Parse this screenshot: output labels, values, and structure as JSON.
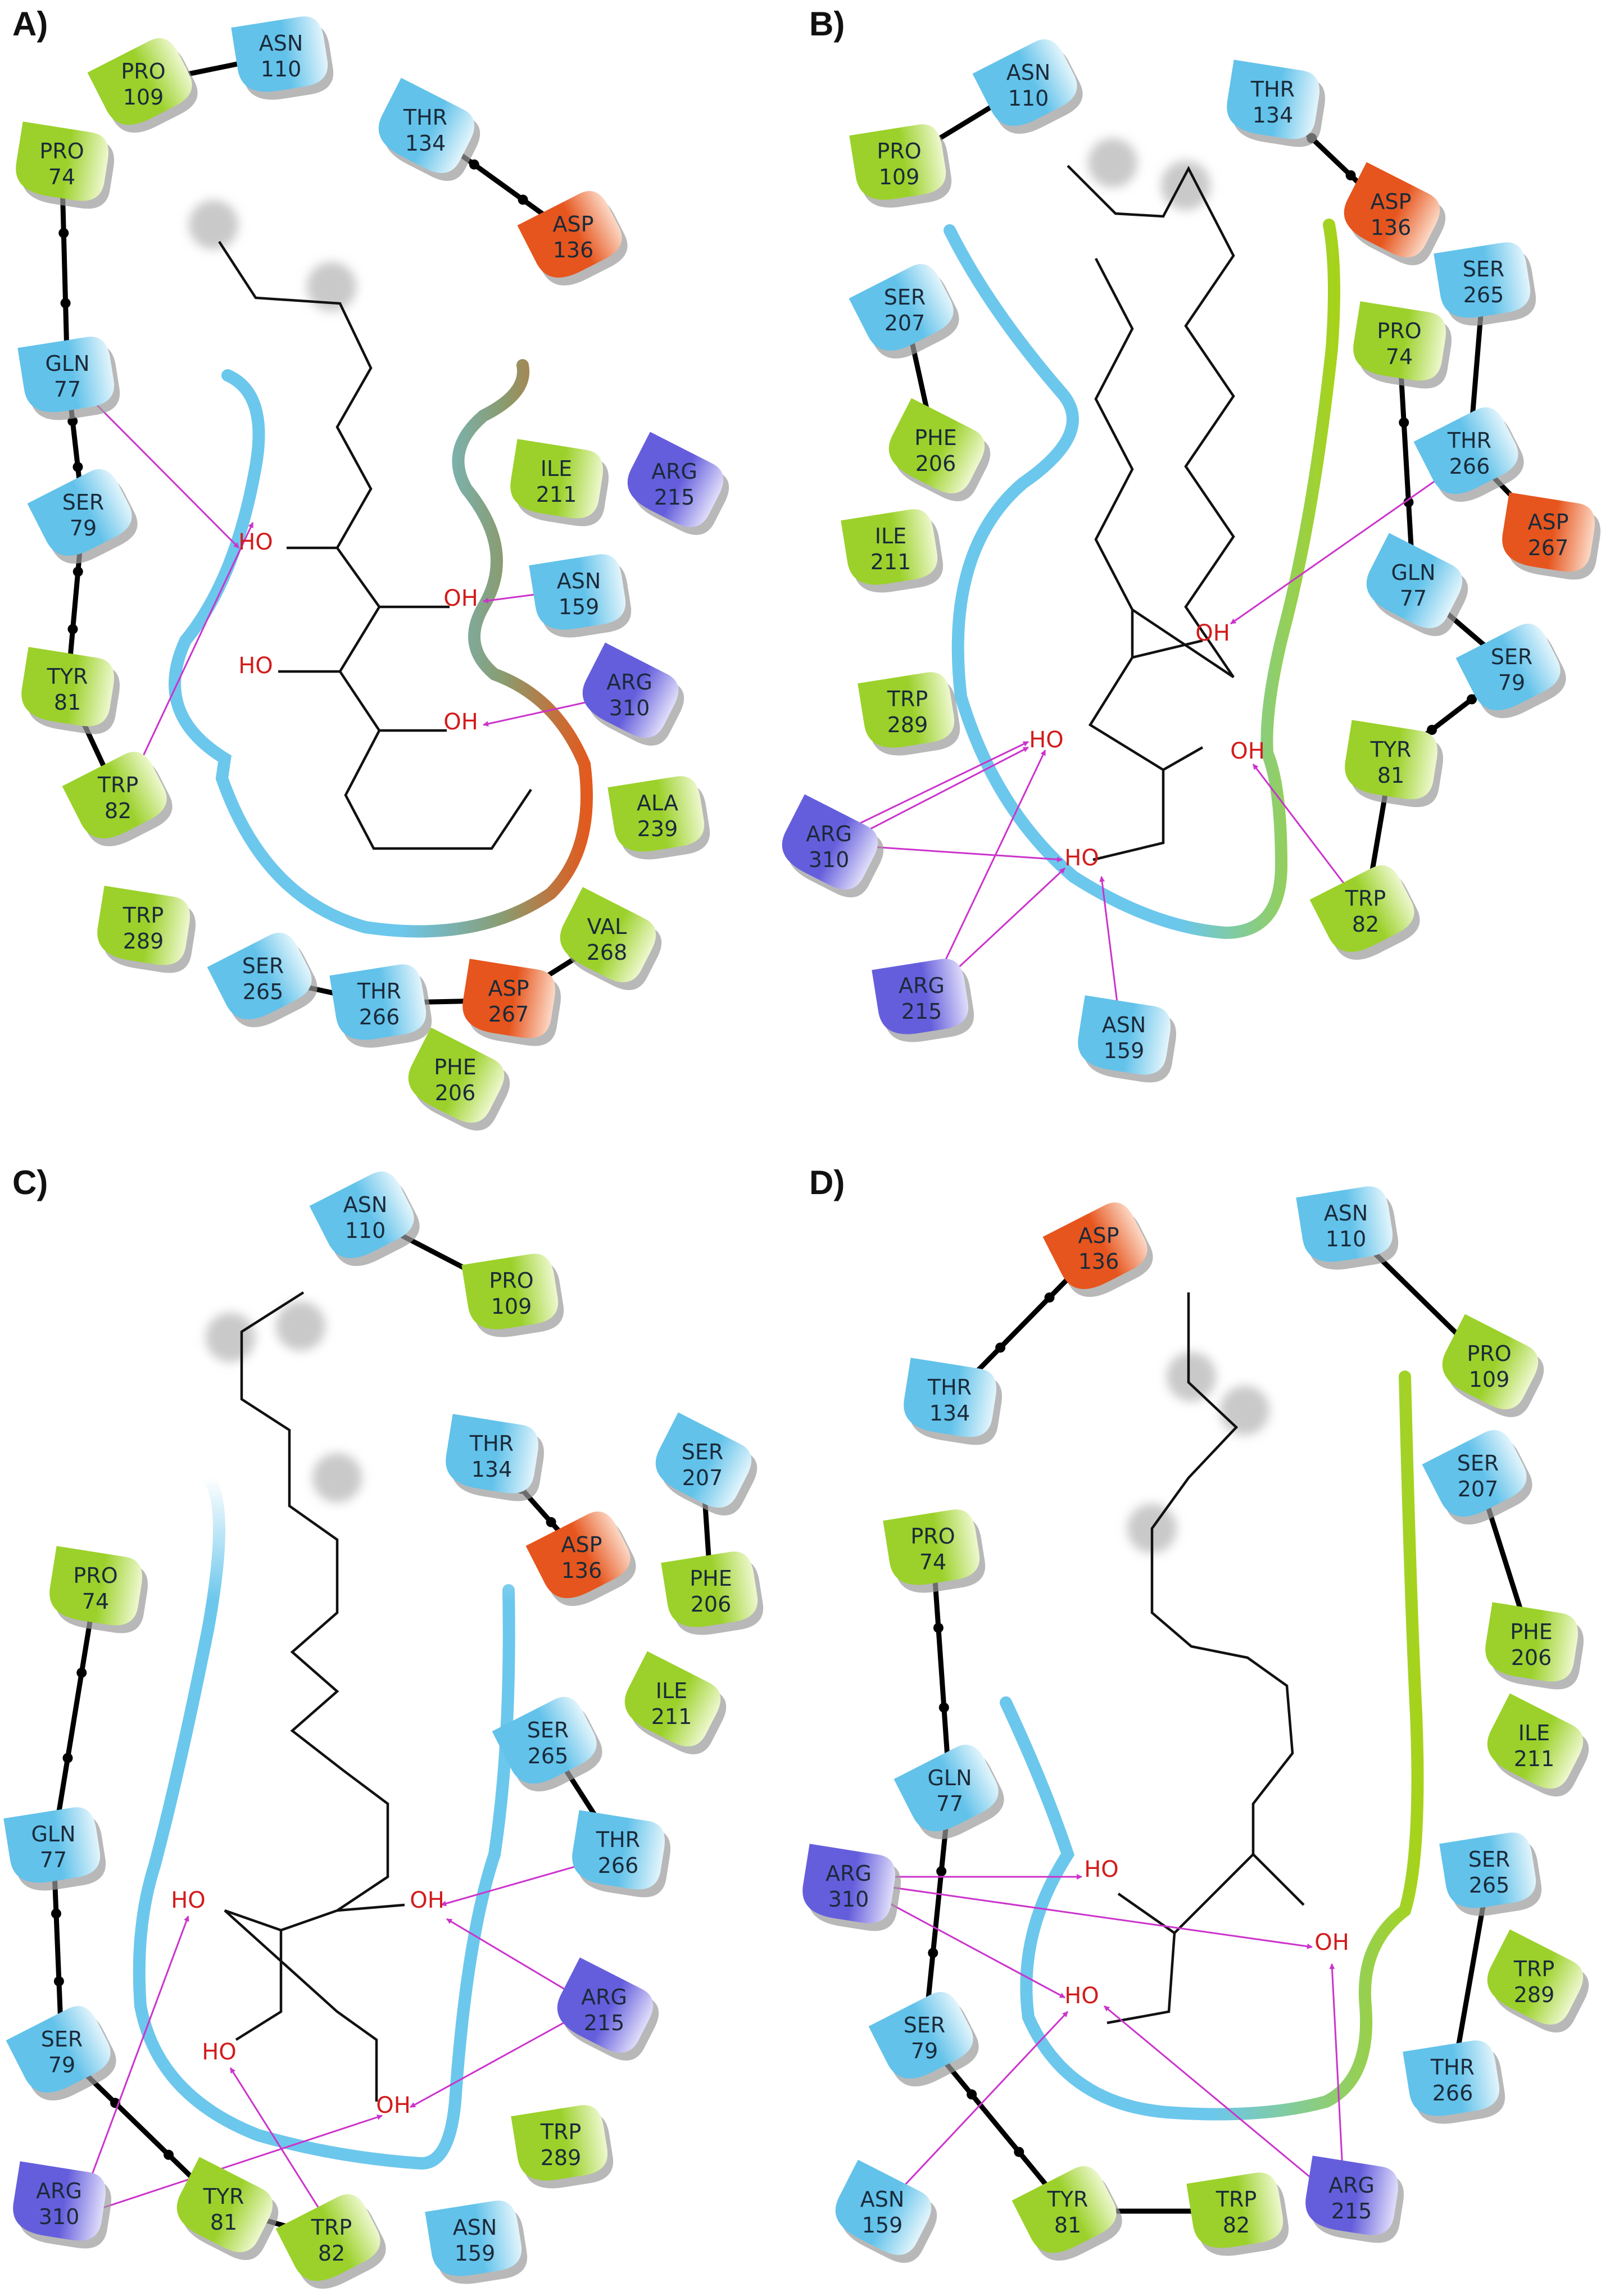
{
  "colors": {
    "green_residue": "#9bd12a",
    "green_residue_light": "#e6f4b8",
    "cyan_residue": "#6cc7ec",
    "cyan_residue_light": "#dff3fb",
    "orange_residue": "#e9622a",
    "orange_residue_light": "#fbd7c4",
    "purple_residue": "#6a63e0",
    "purple_residue_light": "#dcdaf7",
    "hbond_arrow": "#cc33cc",
    "hydroxyl_text": "#d21c1c",
    "pocket_blue": "#6cc7ec",
    "pocket_green": "#a6d31a",
    "pocket_orange": "#e25a1e",
    "skeleton": "#111111"
  },
  "panels": [
    {
      "id": "A",
      "label": "A)",
      "residues": [
        {
          "id": "a-pro109",
          "name": "PRO",
          "num": "109",
          "kind": "green"
        },
        {
          "id": "a-asn110",
          "name": "ASN",
          "num": "110",
          "kind": "cyan"
        },
        {
          "id": "a-pro74",
          "name": "PRO",
          "num": "74",
          "kind": "green"
        },
        {
          "id": "a-thr134",
          "name": "THR",
          "num": "134",
          "kind": "cyan"
        },
        {
          "id": "a-asp136",
          "name": "ASP",
          "num": "136",
          "kind": "orange"
        },
        {
          "id": "a-gln77",
          "name": "GLN",
          "num": "77",
          "kind": "cyan"
        },
        {
          "id": "a-ile211",
          "name": "ILE",
          "num": "211",
          "kind": "green"
        },
        {
          "id": "a-arg215",
          "name": "ARG",
          "num": "215",
          "kind": "purple"
        },
        {
          "id": "a-ser79",
          "name": "SER",
          "num": "79",
          "kind": "cyan"
        },
        {
          "id": "a-asn159",
          "name": "ASN",
          "num": "159",
          "kind": "cyan"
        },
        {
          "id": "a-tyr81",
          "name": "TYR",
          "num": "81",
          "kind": "green"
        },
        {
          "id": "a-arg310",
          "name": "ARG",
          "num": "310",
          "kind": "purple"
        },
        {
          "id": "a-trp82",
          "name": "TRP",
          "num": "82",
          "kind": "green"
        },
        {
          "id": "a-ala239",
          "name": "ALA",
          "num": "239",
          "kind": "green"
        },
        {
          "id": "a-trp289",
          "name": "TRP",
          "num": "289",
          "kind": "green"
        },
        {
          "id": "a-val268",
          "name": "VAL",
          "num": "268",
          "kind": "green"
        },
        {
          "id": "a-ser265",
          "name": "SER",
          "num": "265",
          "kind": "cyan"
        },
        {
          "id": "a-thr266",
          "name": "THR",
          "num": "266",
          "kind": "cyan"
        },
        {
          "id": "a-asp267",
          "name": "ASP",
          "num": "267",
          "kind": "orange"
        },
        {
          "id": "a-phe206",
          "name": "PHE",
          "num": "206",
          "kind": "green"
        }
      ],
      "hydroxyls": [
        {
          "id": "a-oh1",
          "text": "HO"
        },
        {
          "id": "a-oh2",
          "text": "OH"
        },
        {
          "id": "a-oh3",
          "text": "HO"
        },
        {
          "id": "a-oh4",
          "text": "OH"
        }
      ]
    },
    {
      "id": "B",
      "label": "B)",
      "residues": [
        {
          "id": "b-asn110",
          "name": "ASN",
          "num": "110",
          "kind": "cyan"
        },
        {
          "id": "b-pro109",
          "name": "PRO",
          "num": "109",
          "kind": "green"
        },
        {
          "id": "b-thr134",
          "name": "THR",
          "num": "134",
          "kind": "cyan"
        },
        {
          "id": "b-asp136",
          "name": "ASP",
          "num": "136",
          "kind": "orange"
        },
        {
          "id": "b-ser207",
          "name": "SER",
          "num": "207",
          "kind": "cyan"
        },
        {
          "id": "b-ser265",
          "name": "SER",
          "num": "265",
          "kind": "cyan"
        },
        {
          "id": "b-pro74",
          "name": "PRO",
          "num": "74",
          "kind": "green"
        },
        {
          "id": "b-phe206",
          "name": "PHE",
          "num": "206",
          "kind": "green"
        },
        {
          "id": "b-thr266",
          "name": "THR",
          "num": "266",
          "kind": "cyan"
        },
        {
          "id": "b-ile211",
          "name": "ILE",
          "num": "211",
          "kind": "green"
        },
        {
          "id": "b-asp267",
          "name": "ASP",
          "num": "267",
          "kind": "orange"
        },
        {
          "id": "b-gln77",
          "name": "GLN",
          "num": "77",
          "kind": "cyan"
        },
        {
          "id": "b-ser79",
          "name": "SER",
          "num": "79",
          "kind": "cyan"
        },
        {
          "id": "b-trp289",
          "name": "TRP",
          "num": "289",
          "kind": "green"
        },
        {
          "id": "b-tyr81",
          "name": "TYR",
          "num": "81",
          "kind": "green"
        },
        {
          "id": "b-arg310",
          "name": "ARG",
          "num": "310",
          "kind": "purple"
        },
        {
          "id": "b-trp82",
          "name": "TRP",
          "num": "82",
          "kind": "green"
        },
        {
          "id": "b-arg215",
          "name": "ARG",
          "num": "215",
          "kind": "purple"
        },
        {
          "id": "b-asn159",
          "name": "ASN",
          "num": "159",
          "kind": "cyan"
        }
      ],
      "hydroxyls": [
        {
          "id": "b-oh1",
          "text": "OH"
        },
        {
          "id": "b-oh2",
          "text": "HO"
        },
        {
          "id": "b-oh3",
          "text": "OH"
        },
        {
          "id": "b-oh4",
          "text": "HO"
        }
      ]
    },
    {
      "id": "C",
      "label": "C)",
      "residues": [
        {
          "id": "c-asn110",
          "name": "ASN",
          "num": "110",
          "kind": "cyan"
        },
        {
          "id": "c-pro109",
          "name": "PRO",
          "num": "109",
          "kind": "green"
        },
        {
          "id": "c-thr134",
          "name": "THR",
          "num": "134",
          "kind": "cyan"
        },
        {
          "id": "c-ser207",
          "name": "SER",
          "num": "207",
          "kind": "cyan"
        },
        {
          "id": "c-asp136",
          "name": "ASP",
          "num": "136",
          "kind": "orange"
        },
        {
          "id": "c-phe206",
          "name": "PHE",
          "num": "206",
          "kind": "green"
        },
        {
          "id": "c-pro74",
          "name": "PRO",
          "num": "74",
          "kind": "green"
        },
        {
          "id": "c-ile211",
          "name": "ILE",
          "num": "211",
          "kind": "green"
        },
        {
          "id": "c-ser265",
          "name": "SER",
          "num": "265",
          "kind": "cyan"
        },
        {
          "id": "c-gln77",
          "name": "GLN",
          "num": "77",
          "kind": "cyan"
        },
        {
          "id": "c-thr266",
          "name": "THR",
          "num": "266",
          "kind": "cyan"
        },
        {
          "id": "c-arg215",
          "name": "ARG",
          "num": "215",
          "kind": "purple"
        },
        {
          "id": "c-ser79",
          "name": "SER",
          "num": "79",
          "kind": "cyan"
        },
        {
          "id": "c-trp289",
          "name": "TRP",
          "num": "289",
          "kind": "green"
        },
        {
          "id": "c-arg310",
          "name": "ARG",
          "num": "310",
          "kind": "purple"
        },
        {
          "id": "c-tyr81",
          "name": "TYR",
          "num": "81",
          "kind": "green"
        },
        {
          "id": "c-trp82",
          "name": "TRP",
          "num": "82",
          "kind": "green"
        },
        {
          "id": "c-asn159",
          "name": "ASN",
          "num": "159",
          "kind": "cyan"
        }
      ],
      "hydroxyls": [
        {
          "id": "c-oh1",
          "text": "HO"
        },
        {
          "id": "c-oh2",
          "text": "OH"
        },
        {
          "id": "c-oh3",
          "text": "HO"
        },
        {
          "id": "c-oh4",
          "text": "OH"
        }
      ]
    },
    {
      "id": "D",
      "label": "D)",
      "residues": [
        {
          "id": "d-asp136",
          "name": "ASP",
          "num": "136",
          "kind": "orange"
        },
        {
          "id": "d-asn110",
          "name": "ASN",
          "num": "110",
          "kind": "cyan"
        },
        {
          "id": "d-thr134",
          "name": "THR",
          "num": "134",
          "kind": "cyan"
        },
        {
          "id": "d-pro109",
          "name": "PRO",
          "num": "109",
          "kind": "green"
        },
        {
          "id": "d-ser207",
          "name": "SER",
          "num": "207",
          "kind": "cyan"
        },
        {
          "id": "d-pro74",
          "name": "PRO",
          "num": "74",
          "kind": "green"
        },
        {
          "id": "d-phe206",
          "name": "PHE",
          "num": "206",
          "kind": "green"
        },
        {
          "id": "d-ile211",
          "name": "ILE",
          "num": "211",
          "kind": "green"
        },
        {
          "id": "d-gln77",
          "name": "GLN",
          "num": "77",
          "kind": "cyan"
        },
        {
          "id": "d-ser265",
          "name": "SER",
          "num": "265",
          "kind": "cyan"
        },
        {
          "id": "d-arg310",
          "name": "ARG",
          "num": "310",
          "kind": "purple"
        },
        {
          "id": "d-trp289",
          "name": "TRP",
          "num": "289",
          "kind": "green"
        },
        {
          "id": "d-ser79",
          "name": "SER",
          "num": "79",
          "kind": "cyan"
        },
        {
          "id": "d-thr266",
          "name": "THR",
          "num": "266",
          "kind": "cyan"
        },
        {
          "id": "d-arg215",
          "name": "ARG",
          "num": "215",
          "kind": "purple"
        },
        {
          "id": "d-asn159",
          "name": "ASN",
          "num": "159",
          "kind": "cyan"
        },
        {
          "id": "d-tyr81",
          "name": "TYR",
          "num": "81",
          "kind": "green"
        },
        {
          "id": "d-trp82",
          "name": "TRP",
          "num": "82",
          "kind": "green"
        }
      ],
      "hydroxyls": [
        {
          "id": "d-oh1",
          "text": "HO"
        },
        {
          "id": "d-oh2",
          "text": "OH"
        },
        {
          "id": "d-oh3",
          "text": "HO"
        }
      ]
    }
  ]
}
